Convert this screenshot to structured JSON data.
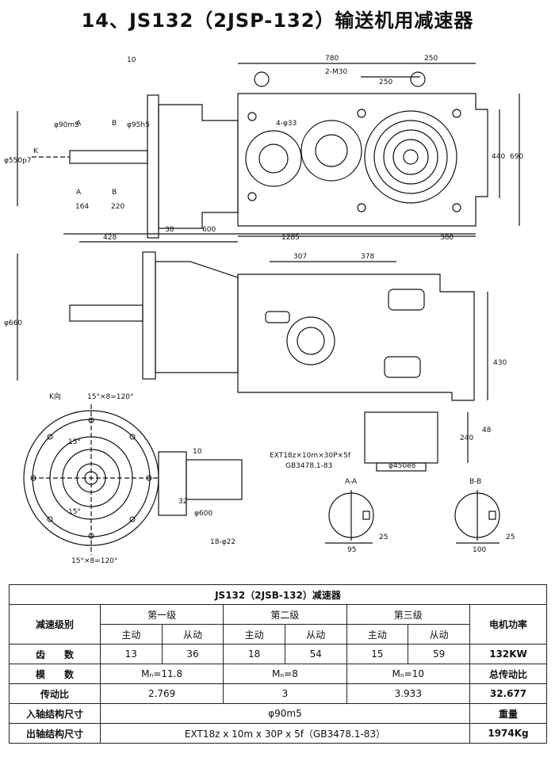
{
  "title": "14、JS132（2JSP-132）输送机用减速器",
  "drawing": {
    "top_dims": [
      "10",
      "780",
      "250",
      "2-M30",
      "250",
      "4-φ33",
      "φ90m5",
      "φ95h5",
      "φ550p7",
      "K",
      "164",
      "220",
      "38",
      "600",
      "428",
      "1285",
      "380",
      "440",
      "690"
    ],
    "mid_dims": [
      "307",
      "378",
      "φ660",
      "430",
      "240",
      "48",
      "EXT18z×10m×30P×5f",
      "GB3478.1-83",
      "φ450e8"
    ],
    "bottom_dims": [
      "K向",
      "15°×8=120°",
      "15°",
      "15°",
      "10",
      "32",
      "φ600",
      "18-φ22",
      "15°×8=120°"
    ],
    "sections": [
      "A-A",
      "B-B"
    ],
    "section_dims": [
      "95",
      "25",
      "100",
      "25"
    ],
    "section_marks": [
      "A",
      "B",
      "A",
      "B"
    ]
  },
  "table": {
    "title": "JS132（2JSB-132）减速器",
    "stage_label": "减速级别",
    "stages": [
      "第一级",
      "第二级",
      "第三级"
    ],
    "drive": "主动",
    "driven": "从动",
    "motor_power_label": "电机功率",
    "teeth_label": "齿　　数",
    "teeth": [
      "13",
      "36",
      "18",
      "54",
      "15",
      "59"
    ],
    "motor_power": "132KW",
    "module_label": "模　　数",
    "modules": [
      "Mₙ=11.8",
      "Mₙ=8",
      "Mₙ=10"
    ],
    "total_ratio_label": "总传动比",
    "ratio_label": "传动比",
    "ratios": [
      "2.769",
      "3",
      "3.933"
    ],
    "total_ratio": "32.677",
    "input_label": "入轴结构尺寸",
    "input_value": "φ90m5",
    "weight_label": "重量",
    "output_label": "出轴结构尺寸",
    "output_value": "EXT18z x 10m x 30P x 5f（GB3478.1-83）",
    "weight": "1974Kg"
  }
}
